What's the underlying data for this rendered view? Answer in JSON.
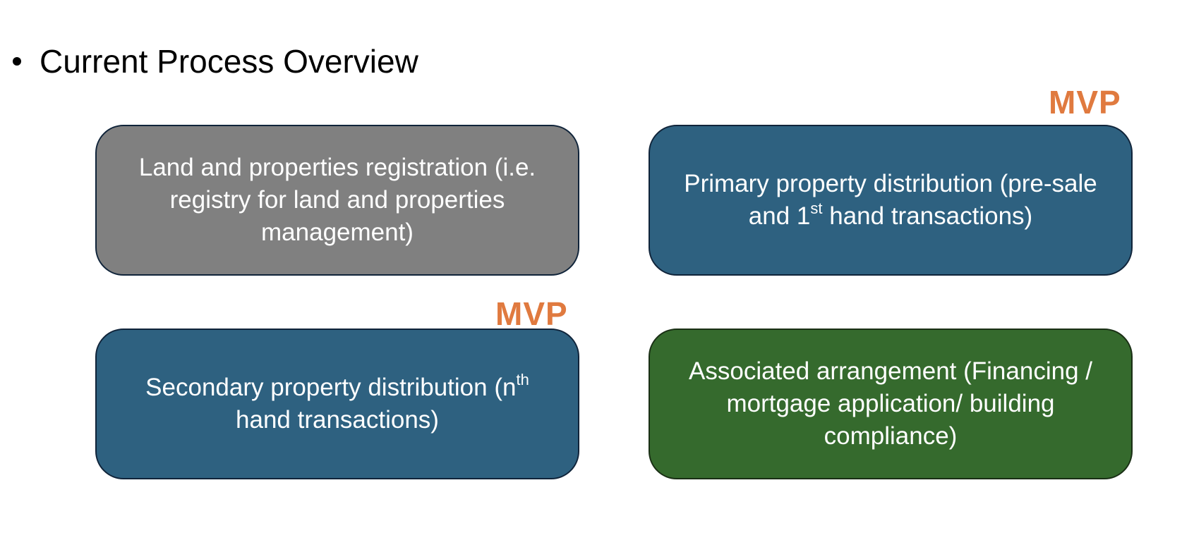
{
  "heading": {
    "text": "Current Process Overview"
  },
  "colors": {
    "gray_box": "#808080",
    "blue_box": "#2e6180",
    "green_box": "#356a2d",
    "mvp": "#e07a3f"
  },
  "boxes": {
    "land_registration": {
      "text": "Land and properties registration (i.e. registry for land and properties management)"
    },
    "primary_distribution": {
      "before": "Primary property distribution (pre-sale and 1",
      "sup": "st",
      "after": " hand transactions)"
    },
    "secondary_distribution": {
      "before": "Secondary property distribution (n",
      "sup": "th",
      "after": " hand transactions)"
    },
    "associated_arrangement": {
      "text": "Associated arrangement (Financing / mortgage application/ building compliance)"
    }
  },
  "badges": {
    "mvp_primary": "MVP",
    "mvp_secondary": "MVP"
  }
}
